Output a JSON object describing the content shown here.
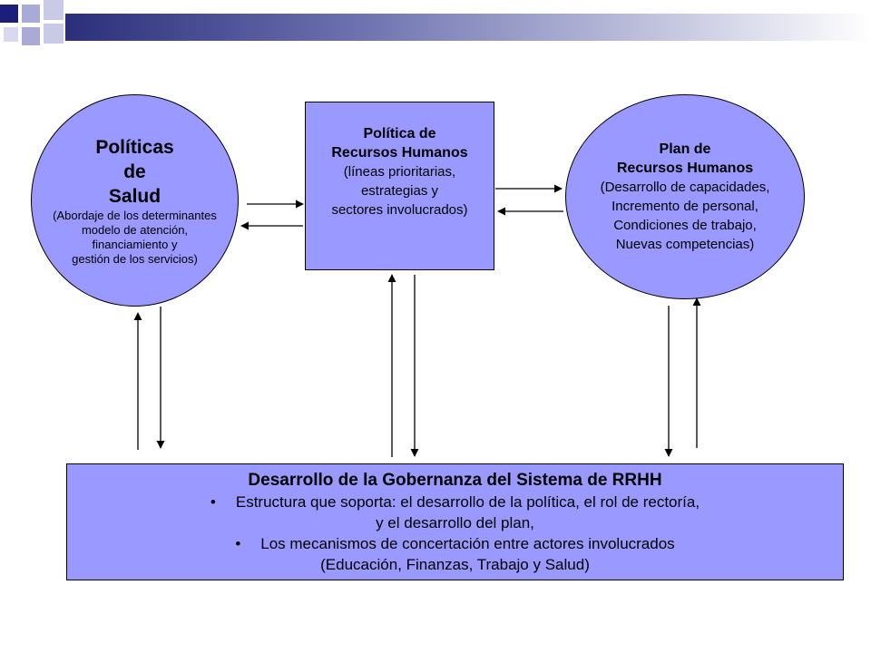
{
  "left_ellipse": {
    "line1": "Políticas",
    "line2": "de",
    "line3": "Salud",
    "detail1": "(Abordaje de los determinantes",
    "detail2": "modelo de atención,",
    "detail3": "financiamiento y",
    "detail4": "gestión de los servicios)"
  },
  "middle_box": {
    "line1": "Política de",
    "line2": "Recursos Humanos",
    "detail1": "(líneas prioritarias,",
    "detail2": "estrategias y",
    "detail3": "sectores involucrados)"
  },
  "right_ellipse": {
    "line1": "Plan de",
    "line2": "Recursos Humanos",
    "detail1": "(Desarrollo de capacidades,",
    "detail2": "Incremento de personal,",
    "detail3": "Condiciones de trabajo,",
    "detail4": "Nuevas competencias)"
  },
  "bottom_box": {
    "title": "Desarrollo de la Gobernanza del Sistema de RRHH",
    "bullet1_line1": "Estructura que soporta: el desarrollo de la política, el rol de rectoría,",
    "bullet1_line2": "y el desarrollo del plan,",
    "bullet2_line1": "Los mecanismos de concertación entre actores involucrados",
    "bullet2_line2": "(Educación, Finanzas, Trabajo y Salud)"
  },
  "colors": {
    "shape_fill": "#9999ff",
    "header_navy": "#1c1f7a"
  }
}
